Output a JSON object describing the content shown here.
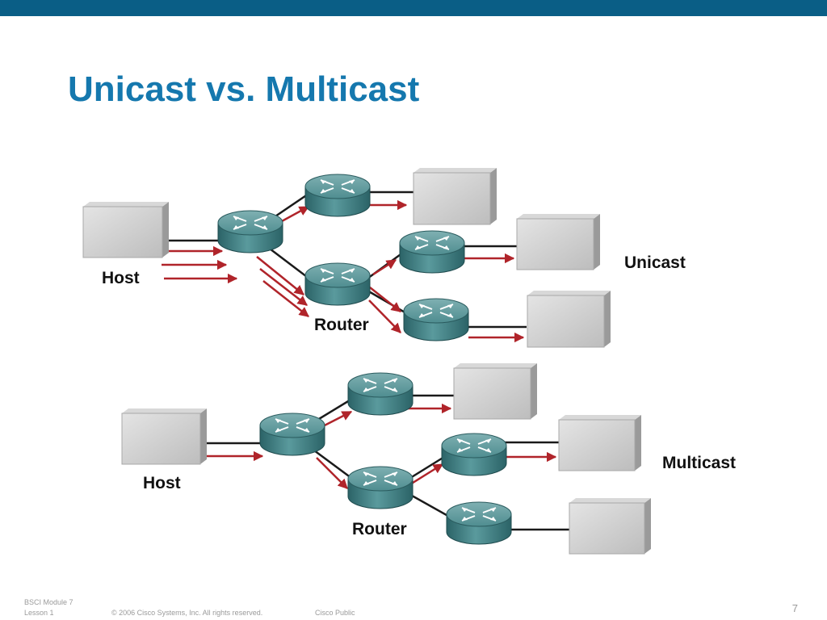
{
  "slide": {
    "title": "Unicast vs. Multicast",
    "colors": {
      "topbar": "#0a5e86",
      "title": "#1578ae",
      "arrow": "#b0242a",
      "router": "#3e7f83"
    }
  },
  "diagrams": {
    "unicast": {
      "label": "Unicast",
      "host_label": "Host",
      "router_label": "Router"
    },
    "multicast": {
      "label": "Multicast",
      "host_label": "Host",
      "router_label": "Router"
    }
  },
  "footer": {
    "module": "BSCI Module 7",
    "lesson": "Lesson 1",
    "copyright": "© 2006 Cisco Systems, Inc. All rights reserved.",
    "classification": "Cisco Public",
    "page": "7"
  }
}
